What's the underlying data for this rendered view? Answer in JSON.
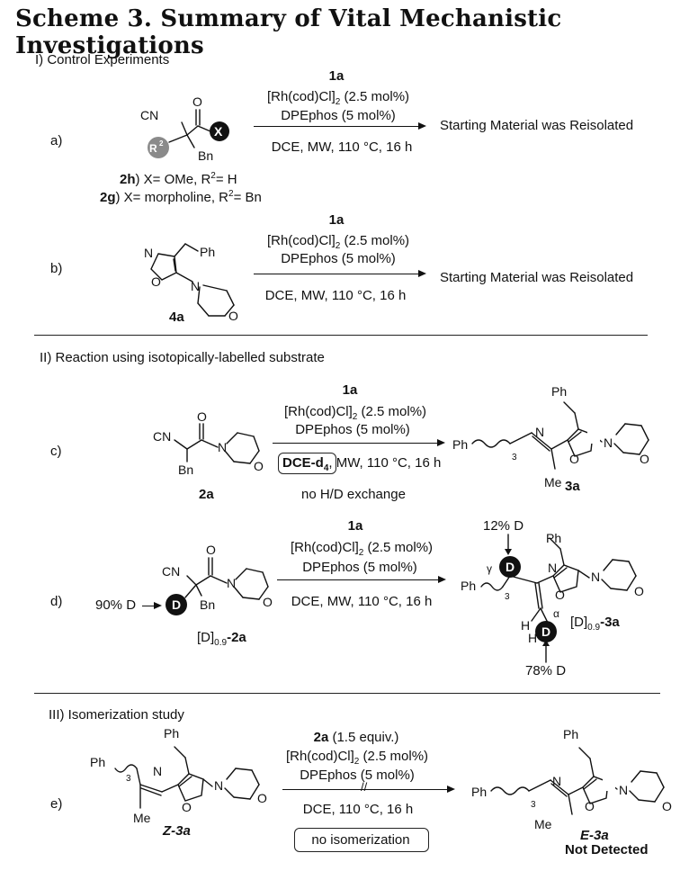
{
  "title": "Scheme 3. Summary of Vital Mechanistic Investigations",
  "sections": {
    "s1": "I) Control Experiments",
    "s2": "II) Reaction using isotopically-labelled substrate",
    "s3": "III) Isomerization study"
  },
  "labels": {
    "a": "a)",
    "b": "b)",
    "c": "c)",
    "d": "d)",
    "e": "e)"
  },
  "conditions": {
    "cat_ref": "1a",
    "rh_pre": "[Rh(cod)Cl]",
    "rh_sub": "2",
    "rh_post": " (2.5 mol%)",
    "ligand": "DPEphos (5 mol%)",
    "solvent_mw": "DCE, MW, 110 °C, 16 h",
    "solvent_d4_pre": "DCE-d",
    "solvent_d4_sub": "4",
    "solvent_d4_post": ", MW, 110 °C, 16 h",
    "hd_note": "no H/D exchange",
    "e_reagent_bold": "2a",
    "e_reagent_rest": " (1.5 equiv.)",
    "e_solvent": "DCE,  110 °C, 16 h",
    "no_isomerization": "no isomerization"
  },
  "results": {
    "reisolated": "Starting Material was Reisolated",
    "not_detected": "Not Detected"
  },
  "compounds": {
    "2h_id": "2h",
    "2h_desc_pre": ") X= OMe,  R",
    "2h_desc_sup": "2",
    "2h_desc_post": "= H",
    "2g_id": "2g",
    "2g_desc_pre": ") X= morpholine, R",
    "2g_desc_sup": "2",
    "2g_desc_post": "= Bn",
    "4a": "4a",
    "2a": "2a",
    "3a": "3a",
    "d_2a_pre": "[D]",
    "d_2a_sub": "0.9",
    "d_2a_post": "-2a",
    "d_3a_pre": "[D]",
    "d_3a_sub": "0.9",
    "d_3a_post": "-3a",
    "z3a": "Z-3a",
    "e3a": "E-3a"
  },
  "deuterium": {
    "d_input": "90% D",
    "gamma_pct": "12% D",
    "alpha_pct": "78% D",
    "gamma": "γ",
    "alpha": "α"
  },
  "atoms": {
    "O": "O",
    "N": "N",
    "CN": "CN",
    "Bn": "Bn",
    "Ph": "Ph",
    "Me": "Me",
    "X": "X",
    "R2": "R",
    "R2sup": "2",
    "D": "D",
    "H": "H",
    "sub3": "3"
  }
}
